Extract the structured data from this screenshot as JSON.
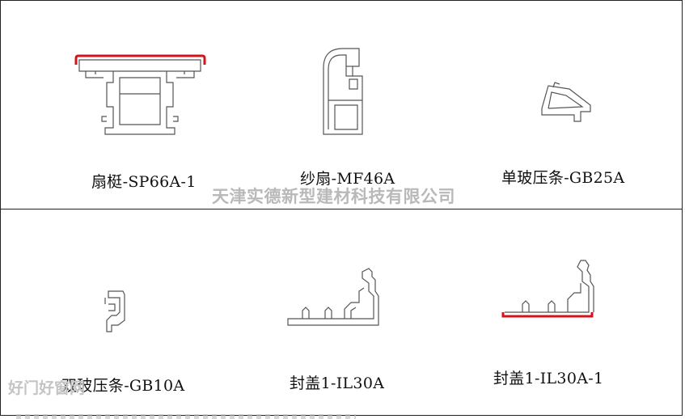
{
  "watermark": "天津实德新型建材科技有限公司",
  "corner_watermark": "好门好窗网",
  "colors": {
    "line": "#555555",
    "accent": "#d0161b",
    "watermark": "#b9b9b9"
  },
  "profiles": [
    {
      "id": "sp66a-1",
      "label": "扇梃-SP66A-1"
    },
    {
      "id": "mf46a",
      "label": "纱扇-MF46A"
    },
    {
      "id": "gb25a",
      "label": "单玻压条-GB25A"
    },
    {
      "id": "gb10a",
      "label": "双玻压条-GB10A"
    },
    {
      "id": "il30a",
      "label": "封盖1-IL30A"
    },
    {
      "id": "il30a-1",
      "label": "封盖1-IL30A-1"
    }
  ]
}
